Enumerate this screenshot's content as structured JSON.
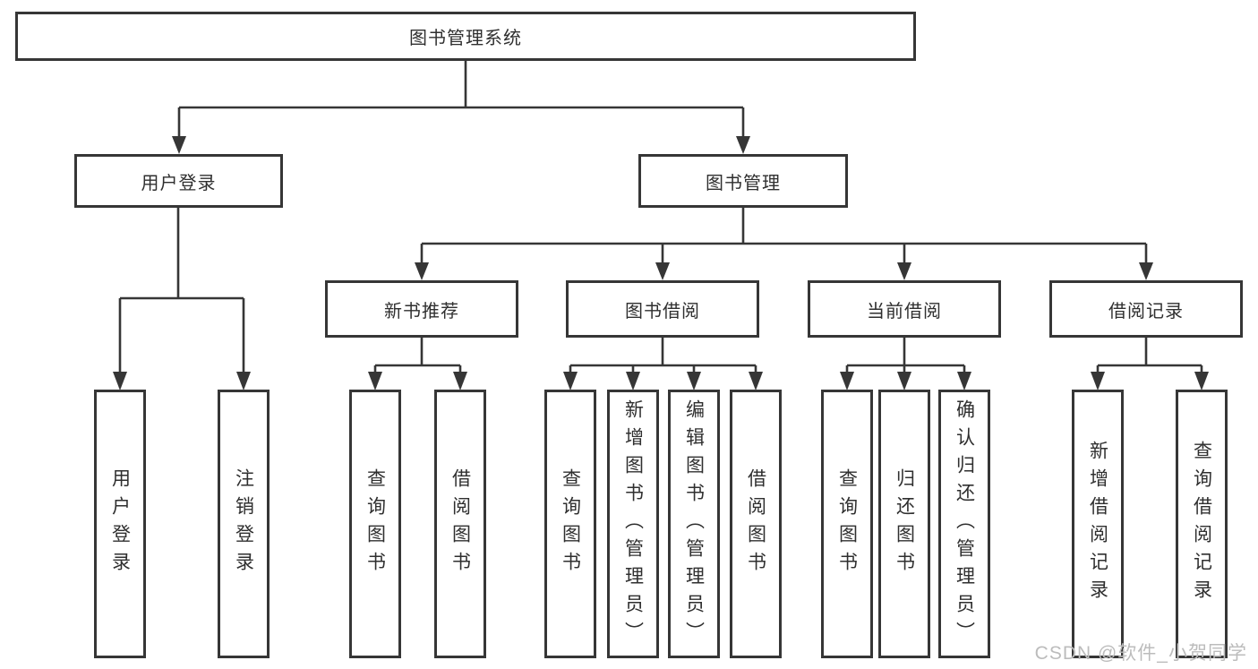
{
  "diagram": {
    "title": "图书管理系统"
  },
  "tree": {
    "root": {
      "label": "图书管理系统",
      "children": [
        {
          "label": "用户登录",
          "children": [
            {
              "label": "用户登录"
            },
            {
              "label": "注销登录"
            }
          ]
        },
        {
          "label": "图书管理",
          "children": [
            {
              "label": "新书推荐",
              "children": [
                {
                  "label": "查询图书"
                },
                {
                  "label": "借阅图书"
                }
              ]
            },
            {
              "label": "图书借阅",
              "children": [
                {
                  "label": "查询图书"
                },
                {
                  "label": "新增图书（管理员）"
                },
                {
                  "label": "编辑图书（管理员）"
                },
                {
                  "label": "借阅图书"
                }
              ]
            },
            {
              "label": "当前借阅",
              "children": [
                {
                  "label": "查询图书"
                },
                {
                  "label": "归还图书"
                },
                {
                  "label": "确认归还（管理员）"
                }
              ]
            },
            {
              "label": "借阅记录",
              "children": [
                {
                  "label": "新增借阅记录"
                },
                {
                  "label": "查询借阅记录"
                }
              ]
            }
          ]
        }
      ]
    }
  },
  "watermark": "CSDN @软件_小贺同学",
  "colors": {
    "line": "#363636",
    "box_border": "#363636",
    "text": "#2f2f2f",
    "watermark": "#bcbcbc",
    "background": "#ffffff"
  }
}
